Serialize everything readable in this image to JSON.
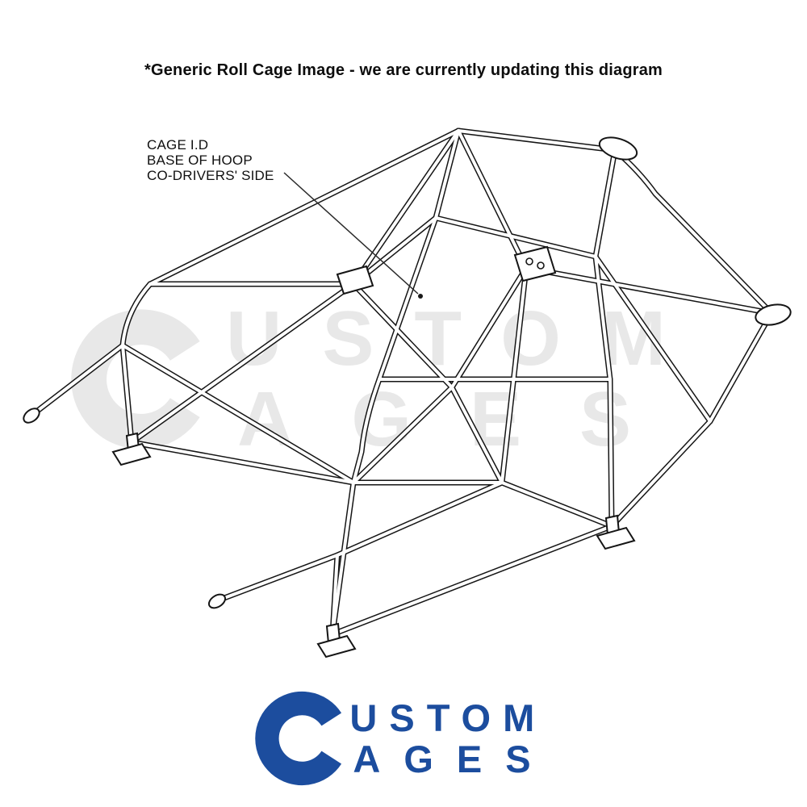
{
  "header": {
    "notice": "*Generic Roll Cage Image - we are currently updating this diagram"
  },
  "annotation": {
    "lines": [
      "CAGE I.D",
      "BASE OF HOOP",
      "CO-DRIVERS' SIDE"
    ]
  },
  "watermark": {
    "initial": "C",
    "top": "USTOM",
    "bottom": "AGES"
  },
  "logo": {
    "initial": "C",
    "top": "USTOM",
    "bottom": "AGES"
  },
  "colors": {
    "logo": "#1c4d9e",
    "watermark": "#e8e8e8",
    "line": "#151515",
    "background": "#ffffff"
  }
}
